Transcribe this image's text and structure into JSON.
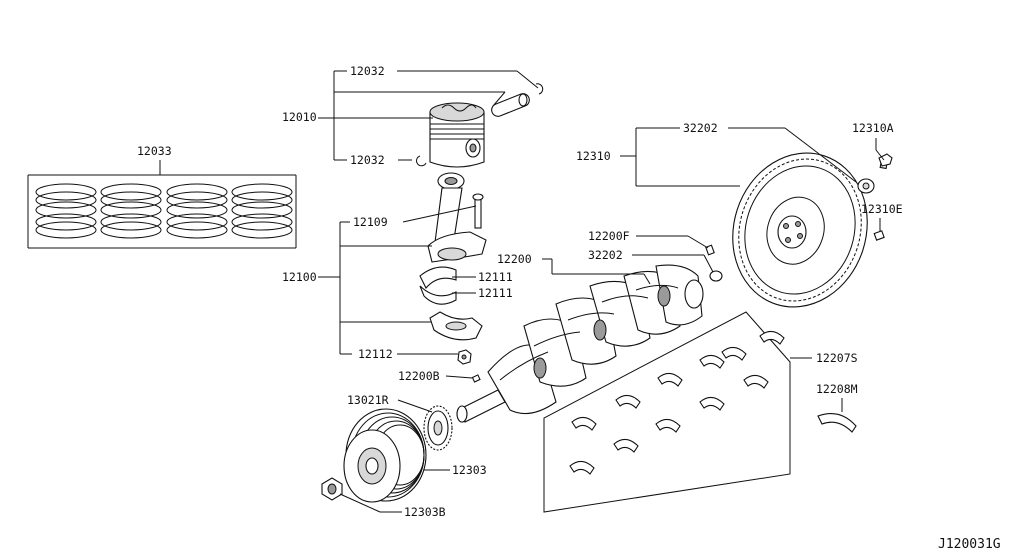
{
  "diagram_id": "J120031G",
  "labels": {
    "p12032_top": "12032",
    "p12010": "12010",
    "p12032_bottom": "12032",
    "p12033": "12033",
    "p12109": "12109",
    "p12100": "12100",
    "p12111_a": "12111",
    "p12111_b": "12111",
    "p12112": "12112",
    "p12200B": "12200B",
    "p13021R": "13021R",
    "p12303": "12303",
    "p12303B": "12303B",
    "p32202_top": "32202",
    "p12310": "12310",
    "p12310A": "12310A",
    "p12310E": "12310E",
    "p12200F": "12200F",
    "p12200": "12200",
    "p32202_mid": "32202",
    "p12207S": "12207S",
    "p12208M": "12208M"
  }
}
